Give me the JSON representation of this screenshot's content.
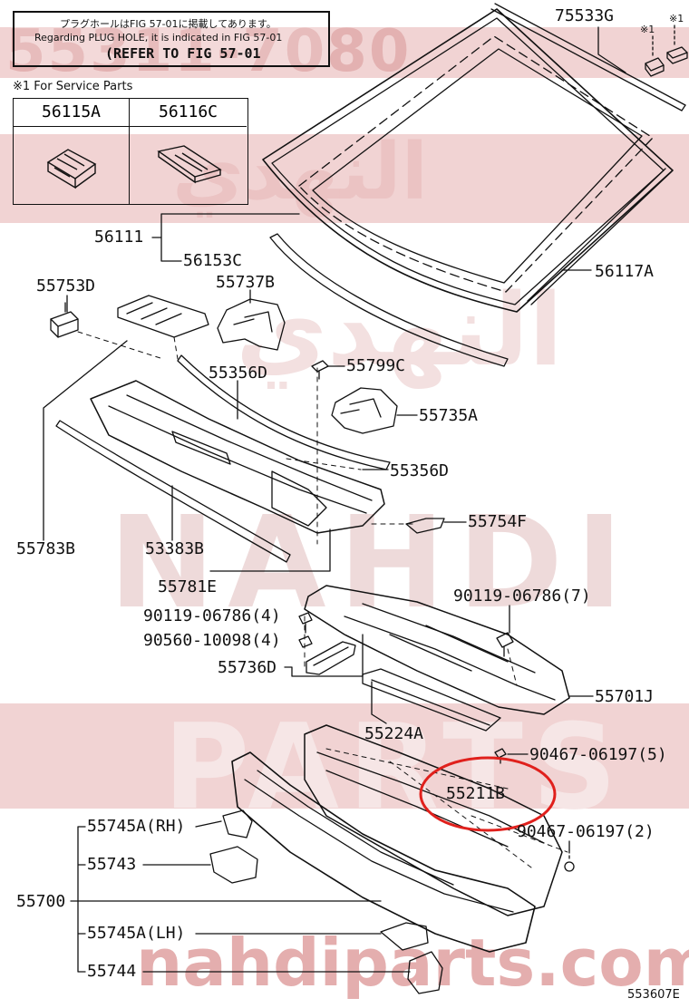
{
  "watermark": {
    "top_code": "55311-7080",
    "brand_ar": "النهدي",
    "brand_en": "NAHDI",
    "parts": "PARTS",
    "site": "nahdiparts.com",
    "color": "#e9bcbc"
  },
  "notes": {
    "line1": "プラグホールはFIG 57-01に掲載してあります。",
    "line2": "Regarding PLUG HOLE, it is indicated in FIG 57-01",
    "line3": "(REFER TO FIG 57-01",
    "service_note": "※1 For Service Parts"
  },
  "service_parts": [
    {
      "part": "56115A"
    },
    {
      "part": "56116C"
    }
  ],
  "labels": {
    "p75533G": "75533G",
    "mark1": "※1",
    "mark2": "※1",
    "p56111": "56111",
    "p56153C": "56153C",
    "p56117A": "56117A",
    "p55753D": "55753D",
    "p55737B": "55737B",
    "p55356D_top": "55356D",
    "p55799C": "55799C",
    "p55735A": "55735A",
    "p55356D_bot": "55356D",
    "p55754F": "55754F",
    "p55783B": "55783B",
    "p53383B": "53383B",
    "p55781E": "55781E",
    "p90119_4": "90119-06786(4)",
    "p90560_4": "90560-10098(4)",
    "p90119_7": "90119-06786(7)",
    "p55736D": "55736D",
    "p55701J": "55701J",
    "p55224A": "55224A",
    "p90467_5": "90467-06197(5)",
    "p55211B": "55211B",
    "p90467_2": "90467-06197(2)",
    "p55745A_RH": "55745A(RH)",
    "p55743": "55743",
    "p55700": "55700",
    "p55745A_LH": "55745A(LH)",
    "p55744": "55744",
    "fig_code": "553607E"
  },
  "highlight_color": "#e0201c"
}
